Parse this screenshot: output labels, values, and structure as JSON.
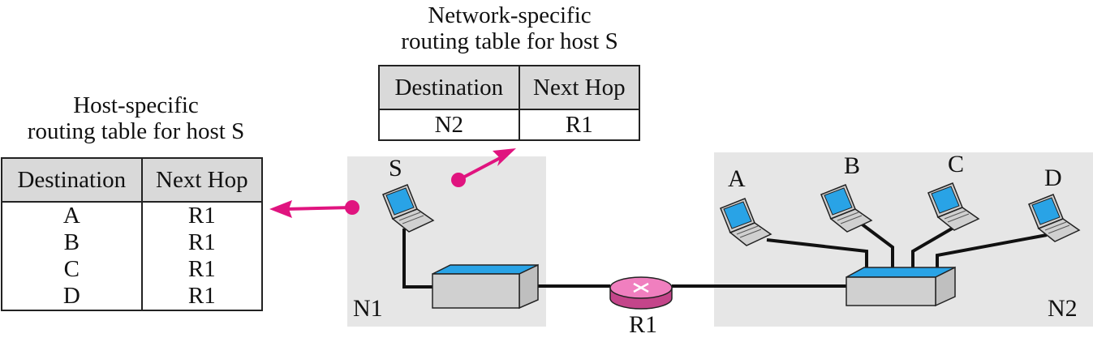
{
  "host_table": {
    "caption_line1": "Host-specific",
    "caption_line2": "routing table for host S",
    "headers": [
      "Destination",
      "Next Hop"
    ],
    "rows": [
      [
        "A",
        "R1"
      ],
      [
        "B",
        "R1"
      ],
      [
        "C",
        "R1"
      ],
      [
        "D",
        "R1"
      ]
    ]
  },
  "network_table": {
    "caption_line1": "Network-specific",
    "caption_line2": "routing table for host S",
    "headers": [
      "Destination",
      "Next Hop"
    ],
    "rows": [
      [
        "N2",
        "R1"
      ]
    ]
  },
  "labels": {
    "host_s": "S",
    "host_a": "A",
    "host_b": "B",
    "host_c": "C",
    "host_d": "D",
    "network_1": "N1",
    "network_2": "N2",
    "router": "R1"
  },
  "colors": {
    "arrow": "#e0147f",
    "screen": "#29a3e6",
    "switch_top": "#29a3e6",
    "network_bg": "#e6e6e6",
    "router": "#f07fbf"
  }
}
